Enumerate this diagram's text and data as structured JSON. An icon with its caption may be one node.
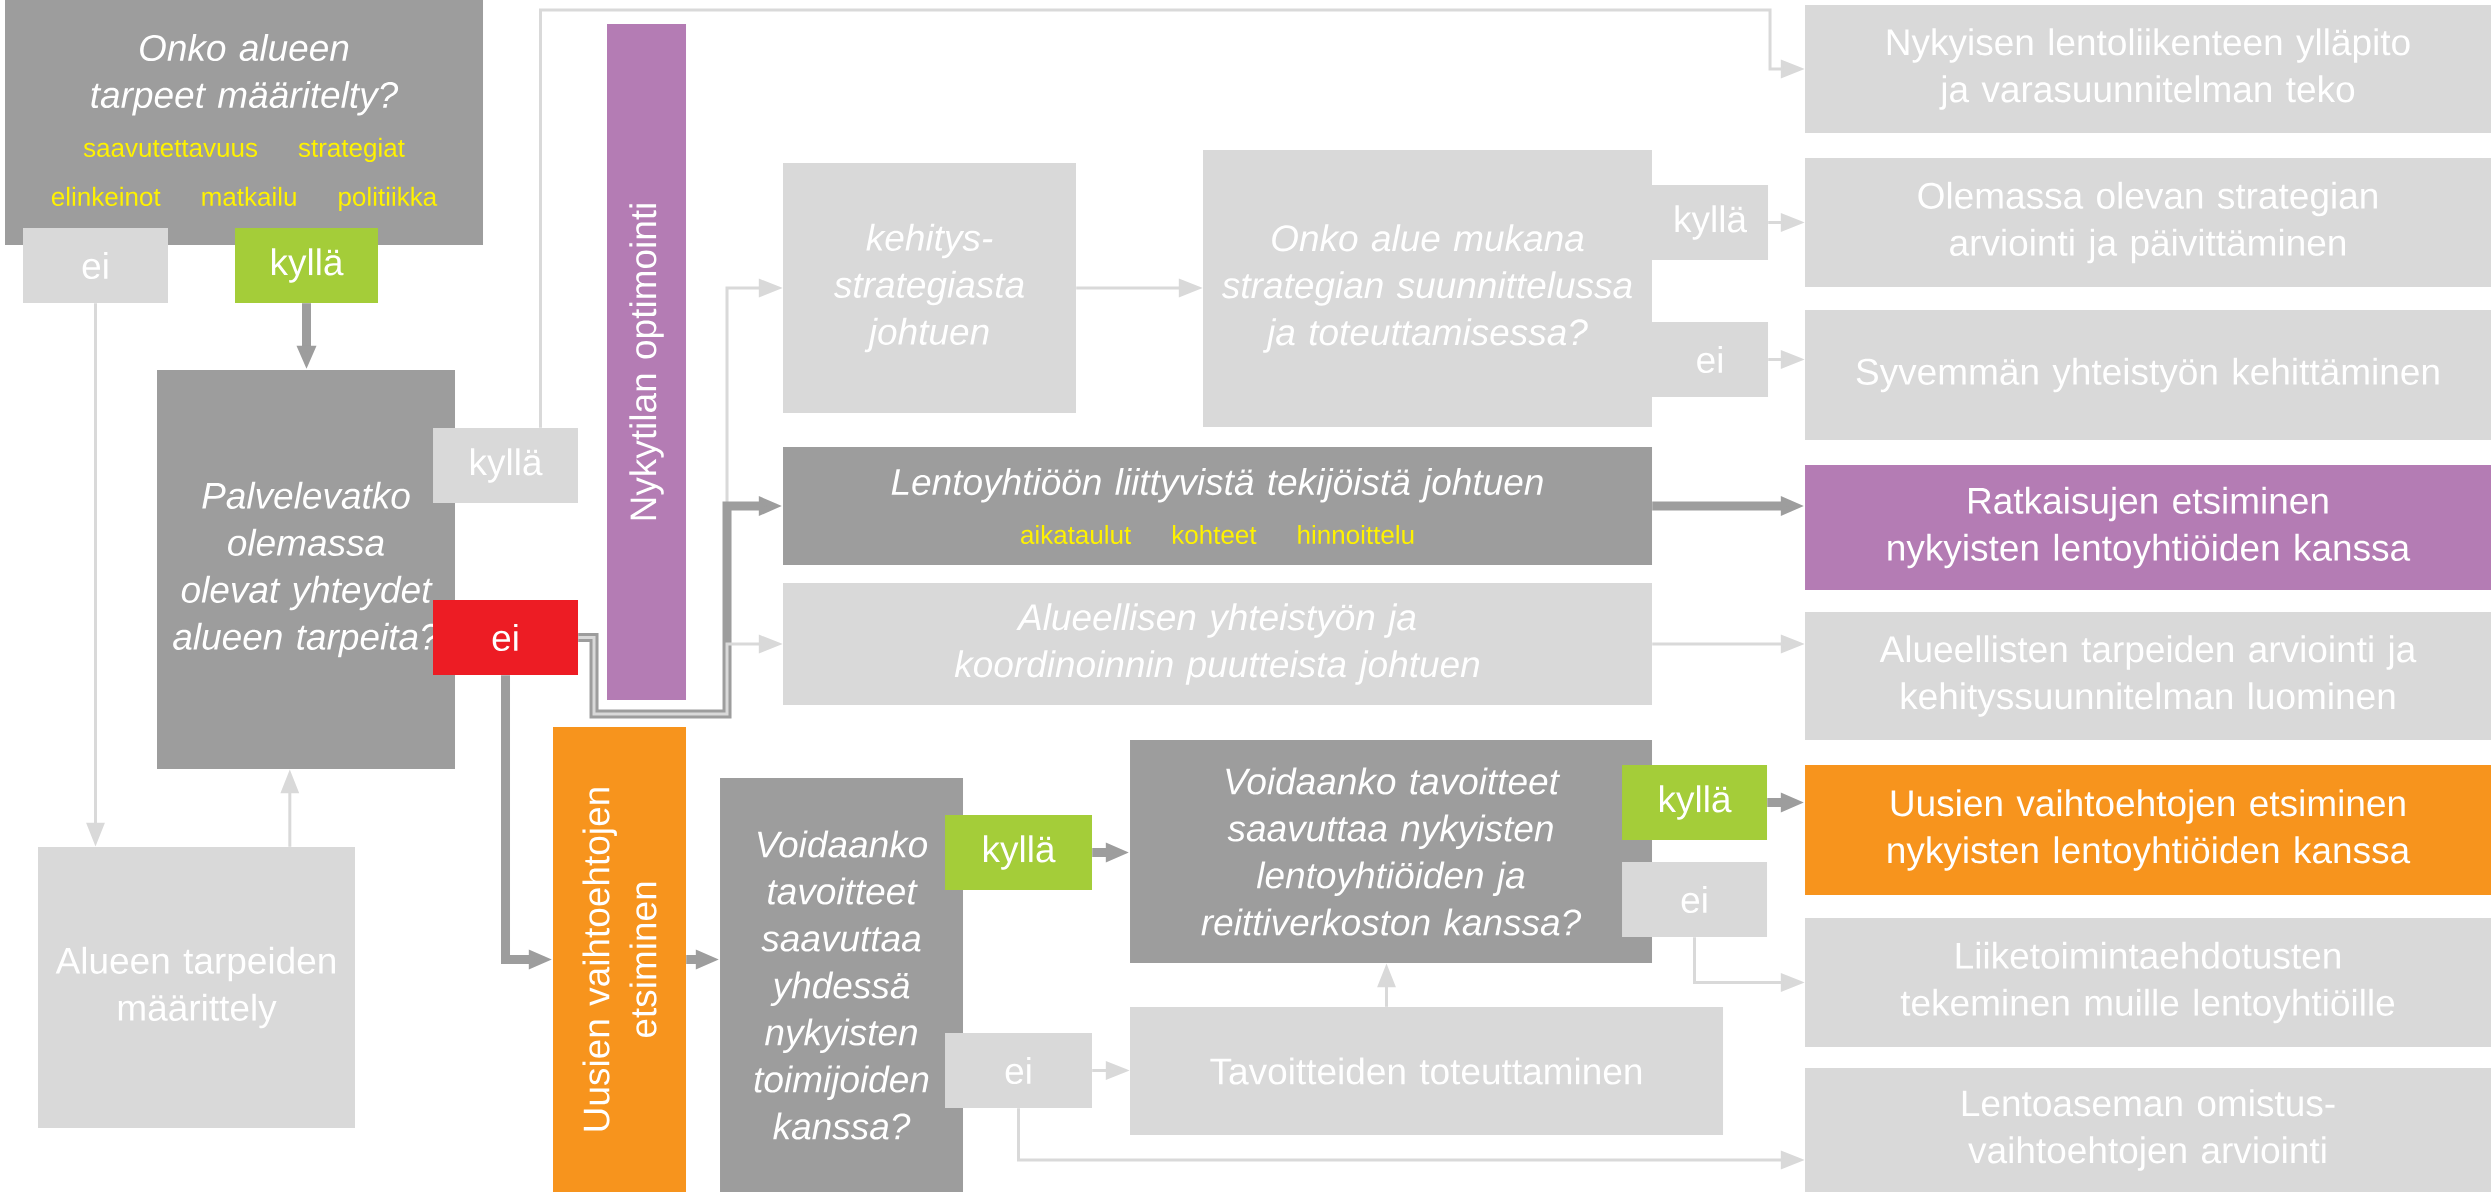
{
  "diagram": {
    "nodes": [
      {
        "text": [
          "Onko alueen tarpeet määritelty?",
          "saavutettavuus",
          "strategiat",
          "elinkeinot",
          "matkailu",
          "politiikka"
        ]
      },
      {
        "text": [
          "ei"
        ]
      },
      {
        "text": [
          "kyllä"
        ]
      },
      {
        "text": [
          "Palvelevatko olemassa olevat yhteydet alueen tarpeita?"
        ]
      },
      {
        "text": [
          "kyllä"
        ]
      },
      {
        "text": [
          "ei"
        ]
      },
      {
        "text": [
          "Alueen tarpeiden määrittely"
        ]
      },
      {
        "text": [
          "Nykytilan optimointi"
        ]
      },
      {
        "text": [
          "Uusien vaihtoehtojen etsiminen"
        ]
      },
      {
        "text": [
          "kehitys- strategiasta johtuen"
        ]
      },
      {
        "text": [
          "Onko alue mukana strategian suunnittelussa ja toteuttamisessa?"
        ]
      },
      {
        "text": [
          "kyllä"
        ]
      },
      {
        "text": [
          "ei"
        ]
      },
      {
        "text": [
          "Lentoyhtiöön liittyvistä tekijöistä johtuen",
          "aikataulut",
          "kohteet",
          "hinnoittelu"
        ]
      },
      {
        "text": [
          "Alueellisen yhteistyön ja koordinoinnin puutteista johtuen"
        ]
      },
      {
        "text": [
          "Voidaanko tavoitteet saavuttaa yhdessä nykyisten toimijoiden kanssa?"
        ]
      },
      {
        "text": [
          "kyllä"
        ]
      },
      {
        "text": [
          "ei"
        ]
      },
      {
        "text": [
          "Voidaanko tavoitteet saavuttaa nykyisten lentoyhtiöiden ja reittiverkoston kanssa?"
        ]
      },
      {
        "text": [
          "kyllä"
        ]
      },
      {
        "text": [
          "ei"
        ]
      },
      {
        "text": [
          "Tavoitteiden toteuttaminen"
        ]
      },
      {
        "text": [
          "Nykyisen lentoliikenteen ylläpito ja varasuunnitelman teko"
        ]
      },
      {
        "text": [
          "Olemassa olevan strategian arviointi ja päivittäminen"
        ]
      },
      {
        "text": [
          "Syvemmän yhteistyön kehittäminen"
        ]
      },
      {
        "text": [
          "Ratkaisujen etsiminen nykyisten lentoyhtiöiden kanssa"
        ]
      },
      {
        "text": [
          "Alueellisten tarpeiden arviointi ja kehityssuunnitelman luominen"
        ]
      },
      {
        "text": [
          "Uusien vaihtoehtojen etsiminen nykyisten lentoyhtiöiden kanssa"
        ]
      },
      {
        "text": [
          "Liiketoimintaehdotusten tekeminen muille lentoyhtiöille"
        ]
      },
      {
        "text": [
          "Lentoaseman omistus- vaihtoehtojen arviointi"
        ]
      }
    ],
    "edges": [
      {
        "from": 2,
        "to": 3,
        "arrow": "to",
        "style": "thick",
        "color": "#9d9d9d"
      },
      {
        "from": 1,
        "to": 6,
        "arrow": "to"
      },
      {
        "from": 6,
        "to": 3,
        "arrow": "to"
      },
      {
        "from": 4,
        "to": 22,
        "arrow": "to"
      },
      {
        "from": 5,
        "to": 9,
        "arrow": "to"
      },
      {
        "from": 5,
        "to": 13,
        "arrow": "to",
        "style": "thick",
        "color": "#9d9d9d"
      },
      {
        "from": 5,
        "to": 14,
        "arrow": "to"
      },
      {
        "from": 5,
        "to": 8,
        "arrow": "to",
        "style": "thick",
        "color": "#9d9d9d"
      },
      {
        "from": 8,
        "to": 15,
        "arrow": "to",
        "style": "thick",
        "color": "#9d9d9d"
      },
      {
        "from": 9,
        "to": 10,
        "arrow": "to"
      },
      {
        "from": 11,
        "to": 23,
        "arrow": "to"
      },
      {
        "from": 12,
        "to": 24,
        "arrow": "to"
      },
      {
        "from": 13,
        "to": 25,
        "arrow": "to",
        "style": "thick",
        "color": "#9d9d9d"
      },
      {
        "from": 14,
        "to": 26,
        "arrow": "to"
      },
      {
        "from": 16,
        "to": 18,
        "arrow": "to",
        "style": "thick",
        "color": "#9d9d9d"
      },
      {
        "from": 19,
        "to": 27,
        "arrow": "to",
        "style": "thick",
        "color": "#9d9d9d"
      },
      {
        "from": 20,
        "to": 28,
        "arrow": "to"
      },
      {
        "from": 17,
        "to": 21,
        "arrow": "to"
      },
      {
        "from": 17,
        "to": 29,
        "arrow": "to"
      },
      {
        "from": 21,
        "to": 18,
        "arrow": "to"
      }
    ]
  }
}
